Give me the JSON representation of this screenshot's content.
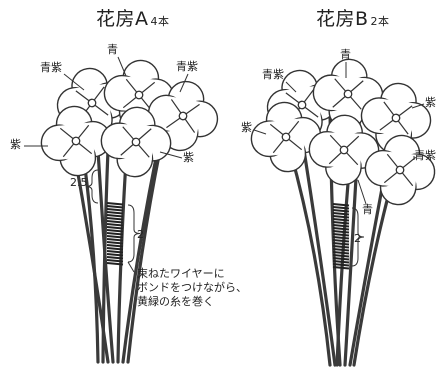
{
  "bouquet_a": {
    "title": "花房A",
    "count": "4本",
    "colors": {
      "top_left": "青紫",
      "top": "青",
      "top_right": "青紫",
      "left": "紫",
      "right": "紫"
    },
    "measure_upper": "2.5",
    "measure_lower": "2",
    "note": "束ねたワイヤーに\nボンドをつけながら、\n黄緑の糸を巻く"
  },
  "bouquet_b": {
    "title": "花房B",
    "count": "2本",
    "colors": {
      "top_left": "青紫",
      "top": "青",
      "right": "紫",
      "left": "紫",
      "lower_right": "青紫",
      "bottom": "青"
    },
    "measure": "2"
  },
  "palette": {
    "line": "#333333",
    "stem": "#3a3a3a",
    "flower_fill": "#ffffff"
  }
}
